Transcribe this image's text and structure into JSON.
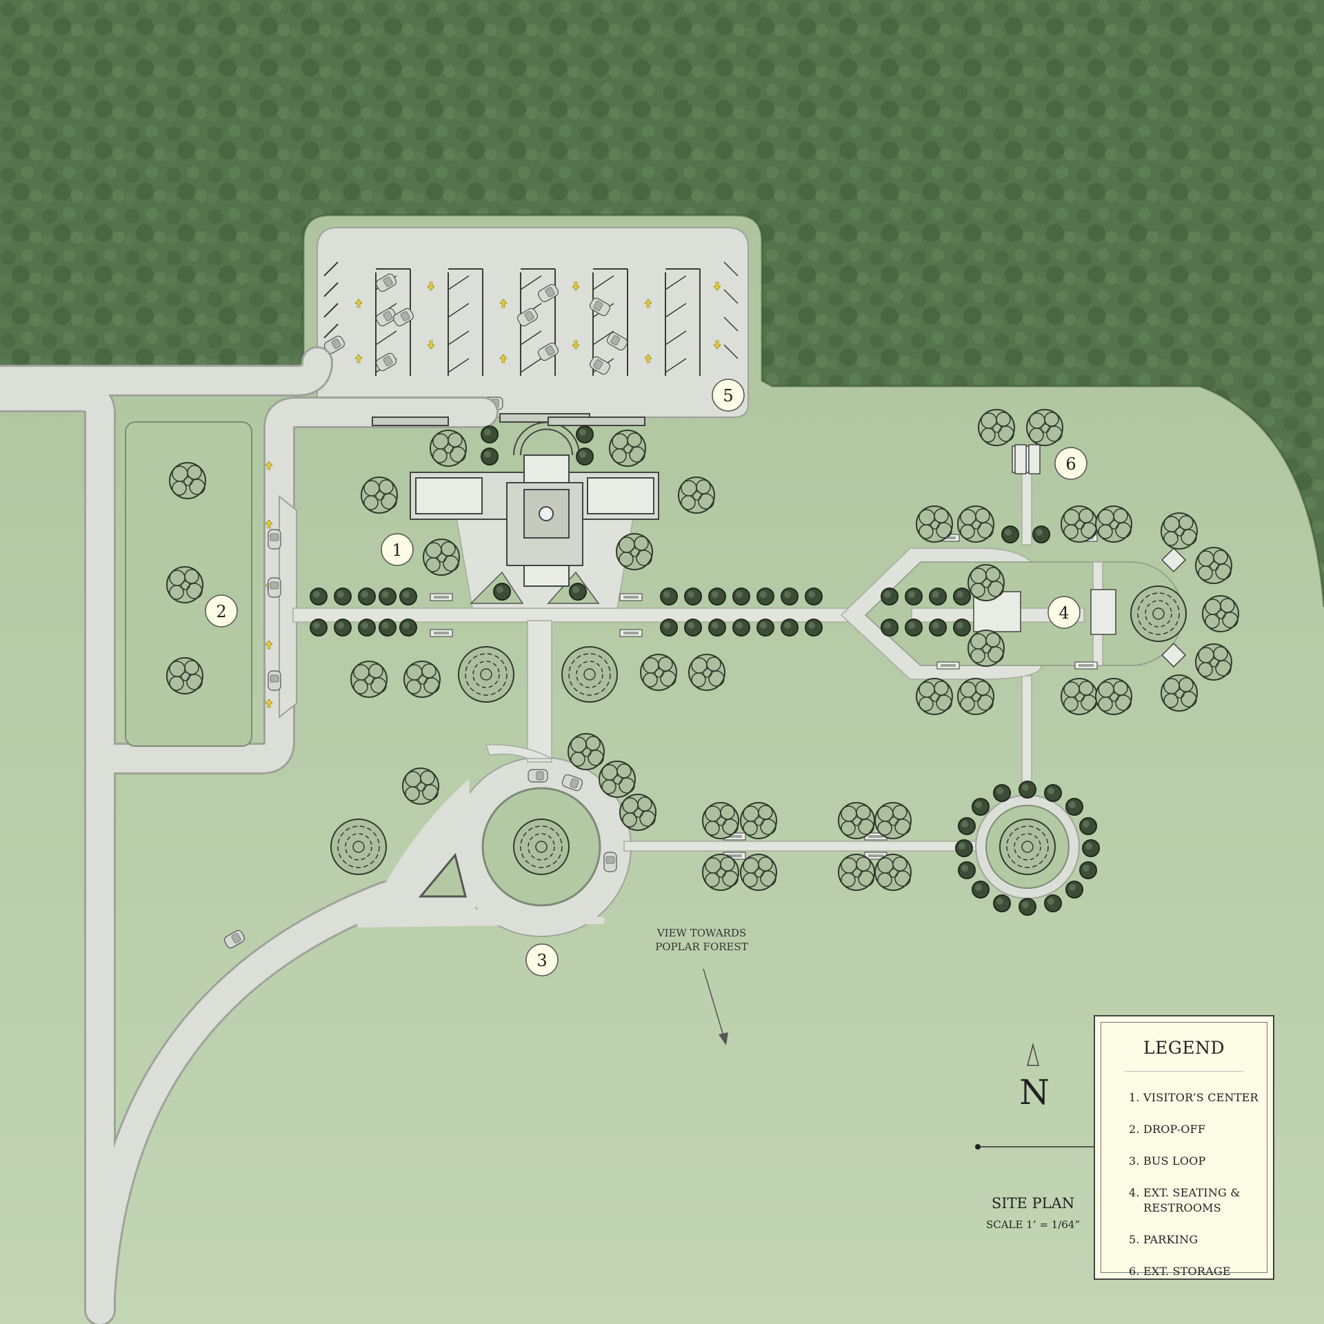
{
  "markers": [
    {
      "id": "1"
    },
    {
      "id": "2"
    },
    {
      "id": "3"
    },
    {
      "id": "4"
    },
    {
      "id": "5"
    },
    {
      "id": "6"
    }
  ],
  "legend": {
    "title": "LEGEND",
    "items": [
      "1. VISITOR’S CENTER",
      "2. DROP-OFF",
      "3. BUS LOOP",
      "4. EXT. SEATING &\n    RESTROOMS",
      "5. PARKING",
      "6. EXT. STORAGE"
    ]
  },
  "north_label": "N",
  "site_plan": {
    "title": "SITE PLAN",
    "scale": "SCALE 1’ = 1/64”"
  },
  "view_label": {
    "line1": "VIEW TOWARDS",
    "line2": "POPLAR FOREST"
  },
  "colors": {
    "forest": "#55744d",
    "lawn": "#b7cca7",
    "paving": "#dcdfd8",
    "tree_outline": "#2f3a2b",
    "legend_bg": "#fbfbe6",
    "arrow_yellow": "#e6cf35"
  }
}
